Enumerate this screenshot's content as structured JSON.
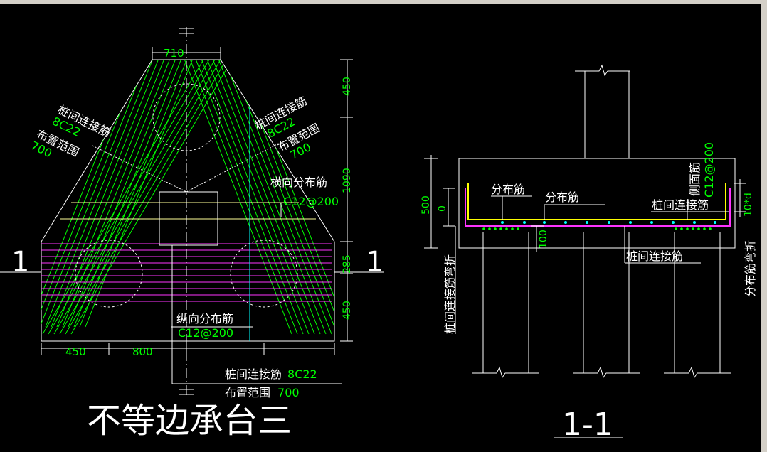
{
  "colors": {
    "background": "#000000",
    "line": "#ffffff",
    "rebar": "#00ff00",
    "horizontal_bars": "#ff33ff",
    "side_bars": "#ffff00",
    "axis": "#00ffff"
  },
  "plan": {
    "title": "不等边承台三",
    "section_mark_left": "1",
    "section_mark_right": "1",
    "dim_top": "710",
    "dim_bottom_1": "450",
    "dim_bottom_2": "800",
    "dim_right_1": "450",
    "dim_right_2": "1090",
    "dim_right_3": "285",
    "dim_right_4": "450",
    "left_note": {
      "line1": "桩间连接筋",
      "line2": "8C22",
      "line3": "布置范围",
      "line4": "700"
    },
    "right_note": {
      "line1": "桩间连接筋",
      "line2": "8C22",
      "line3": "布置范围",
      "line4": "700"
    },
    "transverse_note": {
      "line1": "横向分布筋",
      "line2": "C12@200"
    },
    "longitudinal_note": {
      "line1": "纵向分布筋",
      "line2": "C12@200"
    },
    "bottom_note": {
      "line1": "桩间连接筋",
      "line1_value": "8C22",
      "line2": "布置范围",
      "line2_value": "700"
    }
  },
  "section": {
    "title": "1-1",
    "dim_500": "500",
    "dim_0": "0",
    "dim_100": "100",
    "dim_10d": "10*d",
    "label_dist_1": "分布筋",
    "label_dist_2": "分布筋",
    "label_side": "侧面筋",
    "label_side_value": "C12@200",
    "label_conn_top": "桩间连接筋",
    "label_conn_bottom": "桩间连接筋",
    "label_conn_bend": "桩间连接筋弯折",
    "label_dist_bend": "分布筋弯折"
  }
}
